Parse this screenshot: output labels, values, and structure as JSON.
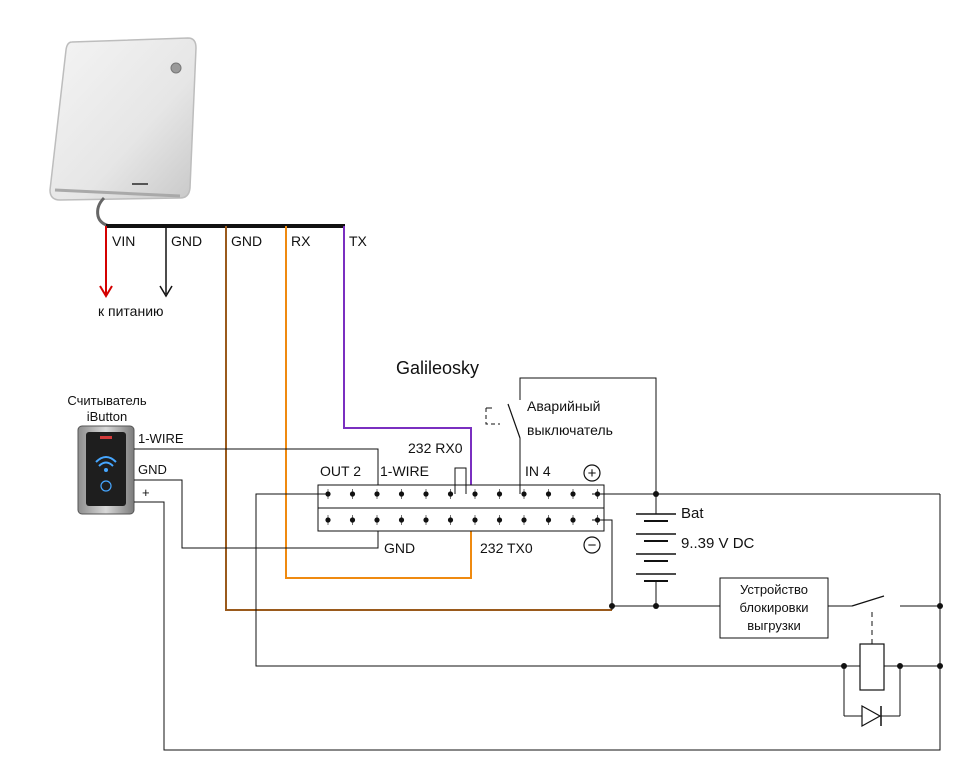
{
  "reader_wires": {
    "vin": "VIN",
    "gnd": "GND",
    "gnd2": "GND",
    "rx": "RX",
    "tx": "TX",
    "to_power": "к питанию"
  },
  "tracker": {
    "title": "Galileosky",
    "label_rx0": "232 RX0",
    "label_out2": "OUT 2",
    "label_1wire": "1-WIRE",
    "label_in4": "IN 4",
    "label_gnd": "GND",
    "label_tx0": "232 TX0",
    "plus_symbol": "+",
    "minus_symbol": "−"
  },
  "ibutton_reader": {
    "title_line1": "Считыватель",
    "title_line2": "iButton",
    "wire_1wire": "1-WIRE",
    "wire_gnd": "GND",
    "wire_plus": "+"
  },
  "emergency_switch": {
    "line1": "Аварийный",
    "line2": "выключатель"
  },
  "battery": {
    "name": "Bat",
    "voltage": "9..39 V DC"
  },
  "blocking_device": {
    "line1": "Устройство",
    "line2": "блокировки",
    "line3": "выгрузки"
  },
  "colors": {
    "wire": "#111111",
    "vin": "#d40000",
    "gnd_brown": "#9a5a1c",
    "rx_orange": "#ef8a10",
    "tx_purple": "#7a2fc0",
    "terminal": "#111111",
    "reader_housing": "#eeeeee"
  }
}
